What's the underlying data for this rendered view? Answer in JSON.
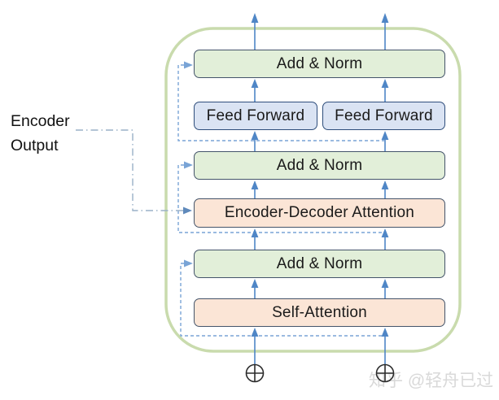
{
  "diagram": {
    "boxes": {
      "add_norm_1": "Add & Norm",
      "feed_forward_left": "Feed Forward",
      "feed_forward_right": "Feed Forward",
      "add_norm_2": "Add & Norm",
      "encoder_decoder_attention": "Encoder-Decoder Attention",
      "add_norm_3": "Add & Norm",
      "self_attention": "Self-Attention"
    },
    "encoder_output_label": {
      "line1": "Encoder",
      "line2": "Output"
    },
    "input_symbol": "⊕",
    "watermark": "知乎 @轻舟已过",
    "icons": {
      "input_left": "circled-plus-icon",
      "input_right": "circled-plus-icon",
      "flow": "up-arrow-icon",
      "residual": "dashed-elbow-arrow-icon",
      "encoder_feed": "dash-dot-elbow-arrow-icon"
    },
    "colors": {
      "background": "#ffffff",
      "container_border_green": "#c9dbad",
      "box_green_fill": "#e2efd9",
      "box_blue_fill": "#dae3f3",
      "box_peach_fill": "#fbe5d6",
      "box_border_dark": "#44546a",
      "box_border_blue": "#2e4d7b",
      "arrow_blue": "#4f86c6",
      "residual_dashed_blue": "#79a4d6",
      "encoder_line_gray_blue": "#9ab1c7",
      "plus_node_stroke": "#2b2b2b",
      "watermark_gray": "#d9d9d9",
      "text_black": "#1a1a1a"
    }
  }
}
